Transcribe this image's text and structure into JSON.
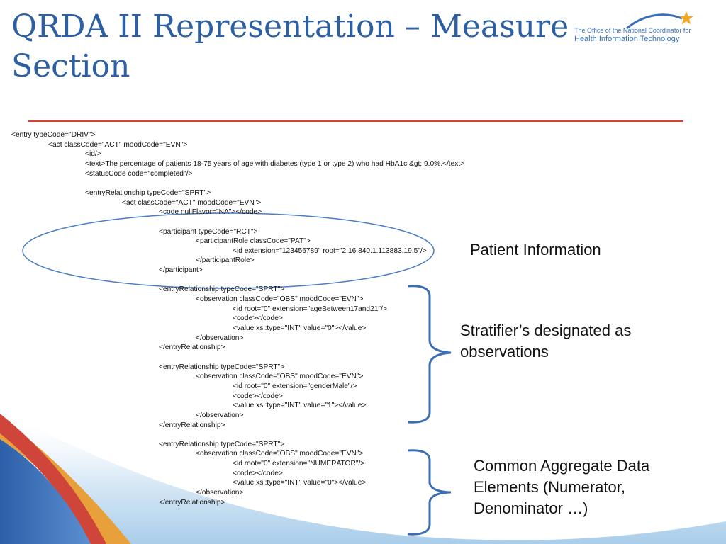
{
  "slide": {
    "title_lines": [
      "QRDA II Representation – Measure",
      "Section"
    ],
    "logo": {
      "line1": "The Office of the National Coordinator for",
      "line2": "Health Information Technology"
    },
    "code_lines": [
      {
        "indent": 0,
        "text": "<entry typeCode=\"DRIV\">"
      },
      {
        "indent": 1,
        "text": "<act classCode=\"ACT\" moodCode=\"EVN\">"
      },
      {
        "indent": 2,
        "text": "<id/>"
      },
      {
        "indent": 2,
        "text": "<text>The percentage of patients 18-75 years of age with diabetes (type 1 or type 2) who had HbA1c &gt; 9.0%.</text>"
      },
      {
        "indent": 2,
        "text": "<statusCode code=\"completed\"/>"
      },
      {
        "indent": 0,
        "text": ""
      },
      {
        "indent": 2,
        "text": "<entryRelationship typeCode=\"SPRT\">"
      },
      {
        "indent": 3,
        "text": "<act classCode=\"ACT\" moodCode=\"EVN\">"
      },
      {
        "indent": 4,
        "text": "<code nullFlavor=\"NA\"></code>"
      },
      {
        "indent": 0,
        "text": ""
      },
      {
        "indent": 4,
        "text": "<participant typeCode=\"RCT\">"
      },
      {
        "indent": 5,
        "text": "<participantRole classCode=\"PAT\">"
      },
      {
        "indent": 6,
        "text": "<id extension=\"123456789\" root=\"2.16.840.1.113883.19.5\"/>"
      },
      {
        "indent": 5,
        "text": "</participantRole>"
      },
      {
        "indent": 4,
        "text": "</participant>"
      },
      {
        "indent": 0,
        "text": ""
      },
      {
        "indent": 4,
        "text": "<entryRelationship typeCode=\"SPRT\">"
      },
      {
        "indent": 5,
        "text": "<observation classCode=\"OBS\" moodCode=\"EVN\">"
      },
      {
        "indent": 6,
        "text": "<id root=\"0\" extension=\"ageBetween17and21\"/>"
      },
      {
        "indent": 6,
        "text": "<code></code>"
      },
      {
        "indent": 6,
        "text": "<value xsi:type=\"INT\" value=\"0\"></value>"
      },
      {
        "indent": 5,
        "text": "</observation>"
      },
      {
        "indent": 4,
        "text": "</entryRelationship>"
      },
      {
        "indent": 0,
        "text": ""
      },
      {
        "indent": 4,
        "text": "<entryRelationship typeCode=\"SPRT\">"
      },
      {
        "indent": 5,
        "text": "<observation classCode=\"OBS\" moodCode=\"EVN\">"
      },
      {
        "indent": 6,
        "text": "<id root=\"0\" extension=\"genderMale\"/>"
      },
      {
        "indent": 6,
        "text": "<code></code>"
      },
      {
        "indent": 6,
        "text": "<value xsi:type=\"INT\" value=\"1\"></value>"
      },
      {
        "indent": 5,
        "text": "</observation>"
      },
      {
        "indent": 4,
        "text": "</entryRelationship>"
      },
      {
        "indent": 0,
        "text": ""
      },
      {
        "indent": 4,
        "text": "<entryRelationship typeCode=\"SPRT\">"
      },
      {
        "indent": 5,
        "text": "<observation classCode=\"OBS\" moodCode=\"EVN\">"
      },
      {
        "indent": 6,
        "text": "<id root=\"0\" extension=\"NUMERATOR\"/>"
      },
      {
        "indent": 6,
        "text": "<code></code>"
      },
      {
        "indent": 6,
        "text": "<value xsi:type=\"INT\" value=\"0\"></value>"
      },
      {
        "indent": 5,
        "text": "</observation>"
      },
      {
        "indent": 4,
        "text": "</entryRelationship>"
      }
    ],
    "callouts": {
      "patient_info": {
        "lines": [
          "Patient Information"
        ]
      },
      "stratifiers": {
        "lines": [
          "Stratifier’s designated as",
          "observations"
        ]
      },
      "aggregate": {
        "lines": [
          "Common Aggregate Data",
          "Elements (Numerator,",
          "Denominator …)"
        ]
      }
    },
    "colors": {
      "title": "#2d5fa3",
      "rule": "#d0453a",
      "ellipse": "#4a7dc4",
      "brace": "#3a6fb5",
      "logo_star": "#f5a623",
      "logo_text": "#3a6fb5"
    }
  }
}
